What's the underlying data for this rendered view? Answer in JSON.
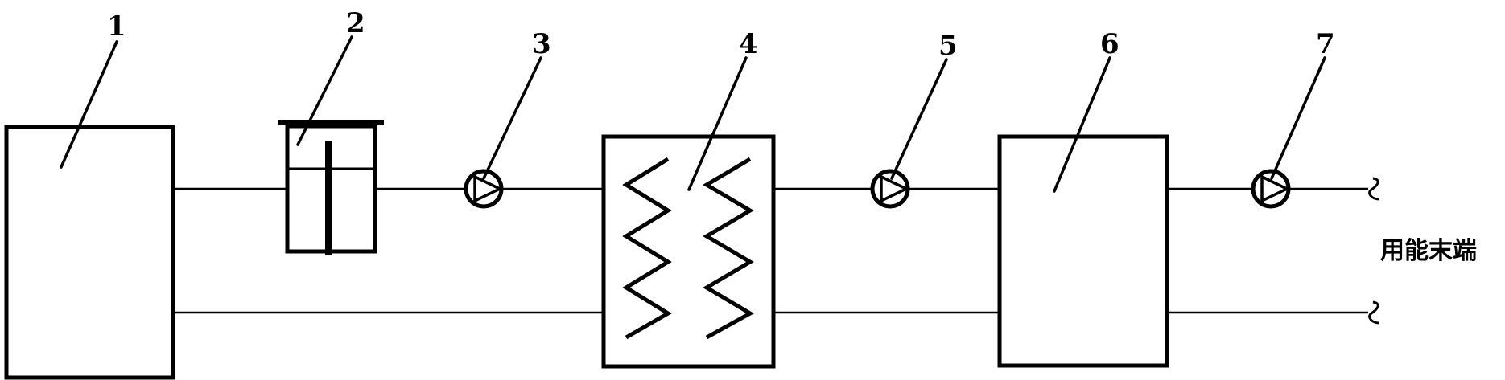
{
  "labels": {
    "c1": "1",
    "c2": "2",
    "c3": "3",
    "c4": "4",
    "c5": "5",
    "c6": "6",
    "c7": "7"
  },
  "terminal_text": "用能末端",
  "line_color": "#000000",
  "background_color": "#ffffff"
}
